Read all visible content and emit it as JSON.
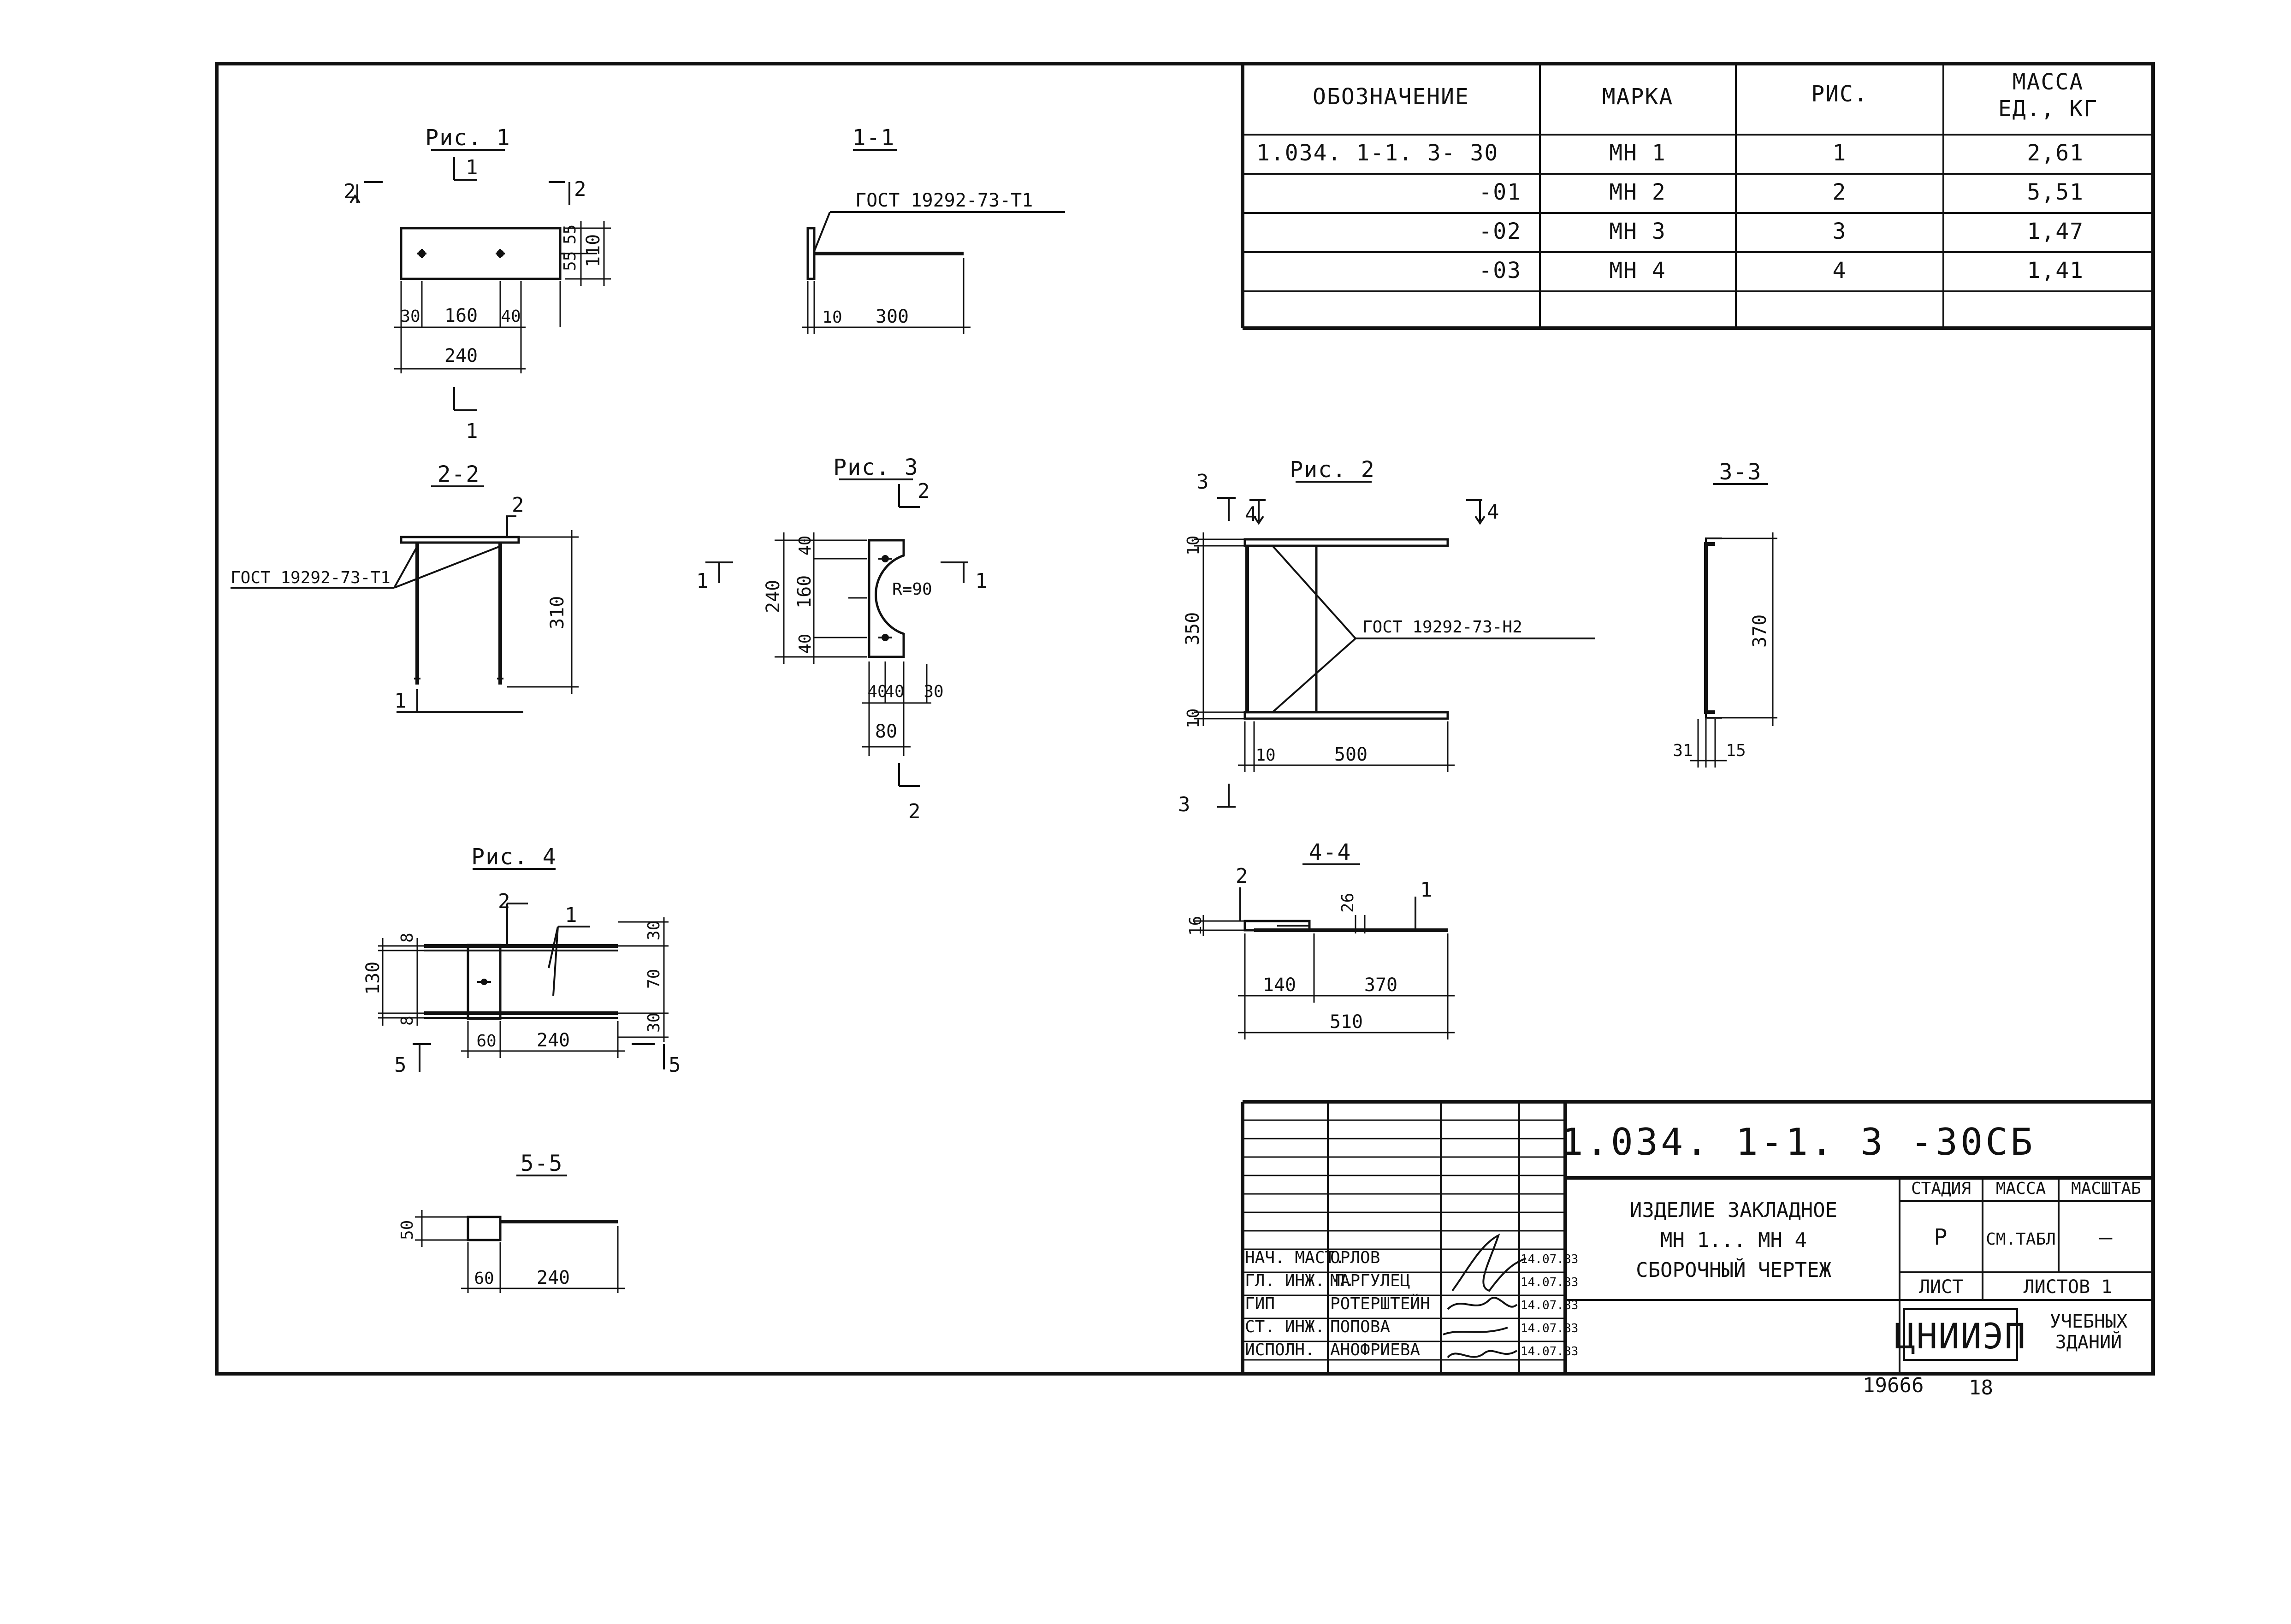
{
  "spec_table": {
    "headers": [
      "ОБОЗНАЧЕНИЕ",
      "МАРКА",
      "РИС.",
      "МАССА",
      "ЕД., КГ"
    ],
    "rows": [
      {
        "designation": "1.034. 1-1.   3- 30",
        "mark": "МН  1",
        "fig": "1",
        "mass": "2,61"
      },
      {
        "designation": "-01",
        "mark": "МН  2",
        "fig": "2",
        "mass": "5,51"
      },
      {
        "designation": "-02",
        "mark": "МН  3",
        "fig": "3",
        "mass": "1,47"
      },
      {
        "designation": "-03",
        "mark": "МН  4",
        "fig": "4",
        "mass": "1,41"
      }
    ]
  },
  "views": {
    "fig1": {
      "title": "Рис. 1",
      "dims": [
        "55",
        "55",
        "110",
        "30",
        "160",
        "40",
        "240"
      ],
      "cuts": [
        "2",
        "2",
        "1",
        "1"
      ]
    },
    "sec11": {
      "title": "1-1",
      "note": "ГОСТ 19292-73-Т1",
      "dims": [
        "10",
        "300"
      ]
    },
    "sec22": {
      "title": "2-2",
      "note": "ГОСТ 19292-73-Т1",
      "dims": [
        "310"
      ],
      "labels": [
        "2",
        "1"
      ]
    },
    "fig3": {
      "title": "Рис. 3",
      "dims": [
        "40",
        "160",
        "40",
        "240",
        "R=90",
        "40",
        "40",
        "30",
        "80"
      ],
      "cuts": [
        "2",
        "1",
        "1",
        "2"
      ]
    },
    "fig2": {
      "title": "Рис. 2",
      "note": "ГОСТ 19292-73-Н2",
      "dims": [
        "10",
        "350",
        "10",
        "10",
        "500"
      ],
      "cuts": [
        "3",
        "4",
        "4",
        "3"
      ]
    },
    "sec33": {
      "title": "3-3",
      "dims": [
        "370",
        "31",
        "15"
      ]
    },
    "fig4": {
      "title": "Рис. 4",
      "dims": [
        "8",
        "130",
        "8",
        "30",
        "70",
        "30",
        "60",
        "240"
      ],
      "cuts": [
        "2",
        "1",
        "5",
        "5"
      ]
    },
    "sec44": {
      "title": "4-4",
      "dims": [
        "16",
        "26",
        "140",
        "370",
        "510"
      ],
      "labels": [
        "2",
        "1"
      ]
    },
    "sec55": {
      "title": "5-5",
      "dims": [
        "50",
        "60",
        "240"
      ]
    }
  },
  "title_block": {
    "code": "1.034. 1-1.   3 -30СБ",
    "name_line1": "ИЗДЕЛИЕ  ЗАКЛАДНОЕ",
    "name_line2": "МН 1...  МН 4",
    "name_line3": "СБОРОЧНЫЙ  ЧЕРТЕЖ",
    "stage_header": "СТАДИЯ",
    "mass_header": "МАССА",
    "scale_header": "МАСШТАБ",
    "stage": "Р",
    "mass": "СМ.ТАБЛ",
    "scale": "—",
    "sheet_label": "ЛИСТ",
    "sheets_label": "ЛИСТОВ 1",
    "org_logo": "ЦНИИЭП",
    "org_line1": "УЧЕБНЫХ",
    "org_line2": "ЗДАНИЙ",
    "staff": [
      {
        "role": "НАЧ. МАСТ.",
        "name": "ОРЛОВ",
        "date": "14.07.83"
      },
      {
        "role": "ГЛ. ИНЖ. П.",
        "name": "МАРГУЛЕЦ",
        "date": "14.07.83"
      },
      {
        "role": "ГИП",
        "name": "РОТЕРШТЕЙН",
        "date": "14.07.83"
      },
      {
        "role": "СТ. ИНЖ.",
        "name": "ПОПОВА",
        "date": "14.07.83"
      },
      {
        "role": "ИСПОЛН.",
        "name": "АНОФРИЕВА",
        "date": "14.07.83"
      }
    ]
  },
  "footer": {
    "inventory": "19666",
    "page": "18"
  }
}
